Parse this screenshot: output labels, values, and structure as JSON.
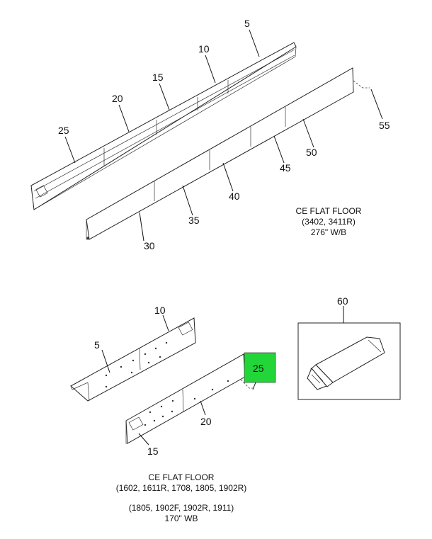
{
  "colors": {
    "line": "#222222",
    "highlight": "#22d63a",
    "background": "#ffffff"
  },
  "top_assembly": {
    "callouts": {
      "c5": "5",
      "c10": "10",
      "c15": "15",
      "c20": "20",
      "c25": "25",
      "c30": "30",
      "c35": "35",
      "c40": "40",
      "c45": "45",
      "c50": "50",
      "c55": "55"
    },
    "caption": {
      "line1": "CE FLAT FLOOR",
      "line2": "(3402, 3411R)",
      "line3": "276\" W/B"
    }
  },
  "bottom_assembly": {
    "callouts": {
      "c5": "5",
      "c10": "10",
      "c15": "15",
      "c20": "20",
      "c25": "25",
      "c60": "60"
    },
    "caption": {
      "line1": "CE FLAT FLOOR",
      "line2": "(1602, 1611R, 1708, 1805, 1902R)",
      "line3": "(1805, 1902F, 1902R, 1911)",
      "line4": "170\" WB"
    }
  },
  "icons": {
    "tube": "sealant-tube-icon"
  }
}
